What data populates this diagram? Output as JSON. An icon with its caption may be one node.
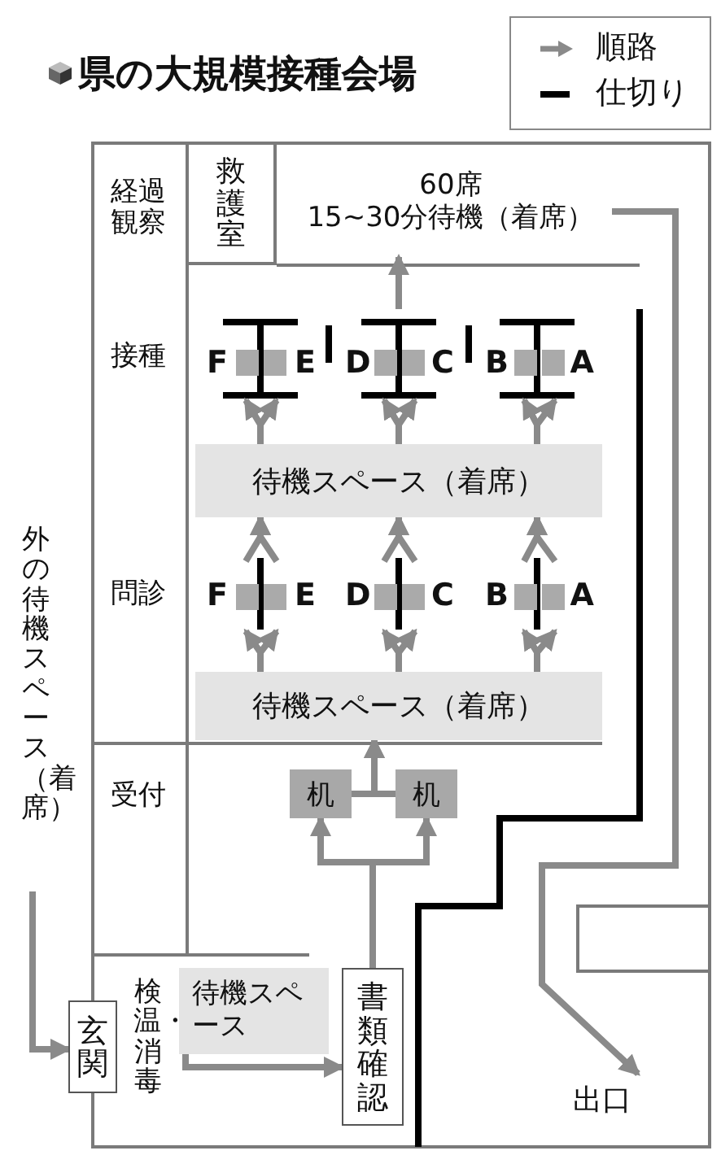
{
  "diagram": {
    "title": "県の大規模接種会場",
    "nodes": [
      {
        "text": [
          "救護室"
        ]
      },
      {
        "text": [
          "60席 15~30分待機（着席）"
        ]
      },
      {
        "text": [
          "F"
        ]
      },
      {
        "text": [
          "E"
        ]
      },
      {
        "text": [
          "D"
        ]
      },
      {
        "text": [
          "C"
        ]
      },
      {
        "text": [
          "B"
        ]
      },
      {
        "text": [
          "A"
        ]
      },
      {
        "text": [
          "待機スペース（着席）"
        ]
      },
      {
        "text": [
          "F"
        ]
      },
      {
        "text": [
          "E"
        ]
      },
      {
        "text": [
          "D"
        ]
      },
      {
        "text": [
          "C"
        ]
      },
      {
        "text": [
          "B"
        ]
      },
      {
        "text": [
          "A"
        ]
      },
      {
        "text": [
          "待機スペース（着席）"
        ]
      },
      {
        "text": [
          "机"
        ]
      },
      {
        "text": [
          "机"
        ]
      },
      {
        "text": [
          "外の待機スペース（着席）"
        ]
      },
      {
        "text": [
          "玄関"
        ]
      },
      {
        "text": [
          "待機スペース"
        ]
      },
      {
        "text": [
          "書類確認"
        ]
      },
      {
        "text": [
          "出口"
        ]
      }
    ],
    "edges": [
      {
        "from": 18,
        "to": 19,
        "arrow": "to"
      },
      {
        "from": 20,
        "to": 21,
        "arrow": "to"
      },
      {
        "from": 21,
        "to": 16,
        "arrow": "to"
      },
      {
        "from": 21,
        "to": 17,
        "arrow": "to"
      },
      {
        "from": 16,
        "to": 15,
        "arrow": "to"
      },
      {
        "from": 17,
        "to": 15,
        "arrow": "to"
      },
      {
        "from": 15,
        "to": 9,
        "arrow": "to"
      },
      {
        "from": 15,
        "to": 10,
        "arrow": "to"
      },
      {
        "from": 15,
        "to": 11,
        "arrow": "to"
      },
      {
        "from": 15,
        "to": 12,
        "arrow": "to"
      },
      {
        "from": 15,
        "to": 13,
        "arrow": "to"
      },
      {
        "from": 15,
        "to": 14,
        "arrow": "to"
      },
      {
        "from": 9,
        "to": 8,
        "arrow": "to"
      },
      {
        "from": 10,
        "to": 8,
        "arrow": "to"
      },
      {
        "from": 11,
        "to": 8,
        "arrow": "to"
      },
      {
        "from": 12,
        "to": 8,
        "arrow": "to"
      },
      {
        "from": 13,
        "to": 8,
        "arrow": "to"
      },
      {
        "from": 14,
        "to": 8,
        "arrow": "to"
      },
      {
        "from": 8,
        "to": 2,
        "arrow": "to"
      },
      {
        "from": 8,
        "to": 3,
        "arrow": "to"
      },
      {
        "from": 8,
        "to": 4,
        "arrow": "to"
      },
      {
        "from": 8,
        "to": 5,
        "arrow": "to"
      },
      {
        "from": 8,
        "to": 6,
        "arrow": "to"
      },
      {
        "from": 8,
        "to": 7,
        "arrow": "to"
      },
      {
        "from": null,
        "to": 1,
        "arrow": "to"
      },
      {
        "from": 1,
        "to": 22,
        "arrow": "to"
      }
    ],
    "labels": [
      "経過観察",
      "接種",
      "問診",
      "受付",
      "検温・消毒"
    ],
    "legend": [
      {
        "text": "順路"
      },
      {
        "text": "仕切り"
      }
    ]
  }
}
